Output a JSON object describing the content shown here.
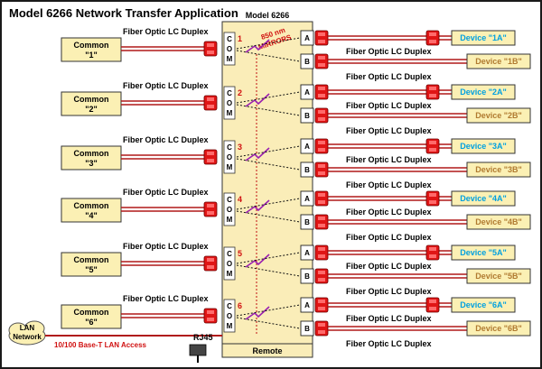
{
  "title": "Model 6266 Network Transfer Application",
  "unit_title": "Model 6266",
  "remote_label": "Remote",
  "com_label": [
    "C",
    "O",
    "M"
  ],
  "mirror_label_1": "850 nm",
  "mirror_label_2": "MIRRORS",
  "cable_label": "Fiber Optic LC Duplex",
  "lan_label_1": "LAN",
  "lan_label_2": "Network",
  "lan_access_label": "10/100 Base-T LAN Access",
  "rj45_label": "RJ45",
  "port_a": "A",
  "port_b": "B",
  "channels": [
    {
      "num": "1",
      "common_1": "Common",
      "common_2": "\"1\"",
      "dev_a": "Device \"1A\"",
      "dev_b": "Device \"1B\""
    },
    {
      "num": "2",
      "common_1": "Common",
      "common_2": "\"2\"",
      "dev_a": "Device \"2A\"",
      "dev_b": "Device \"2B\""
    },
    {
      "num": "3",
      "common_1": "Common",
      "common_2": "\"3\"",
      "dev_a": "Device \"3A\"",
      "dev_b": "Device \"3B\""
    },
    {
      "num": "4",
      "common_1": "Common",
      "common_2": "\"4\"",
      "dev_a": "Device \"4A\"",
      "dev_b": "Device \"4B\""
    },
    {
      "num": "5",
      "common_1": "Common",
      "common_2": "\"5\"",
      "dev_a": "Device \"5A\"",
      "dev_b": "Device \"5B\""
    },
    {
      "num": "6",
      "common_1": "Common",
      "common_2": "\"6\"",
      "dev_a": "Device \"6A\"",
      "dev_b": "Device \"6B\""
    }
  ],
  "colors": {
    "background": "#ffffff",
    "box_fill": "#fbf0b4",
    "unit_fill": "#faedb8",
    "cable": "#b01818",
    "connector": "#e01515",
    "device_a_text": "#00a0e0",
    "device_b_text": "#b07a30",
    "mirror": "#9a20b0"
  }
}
